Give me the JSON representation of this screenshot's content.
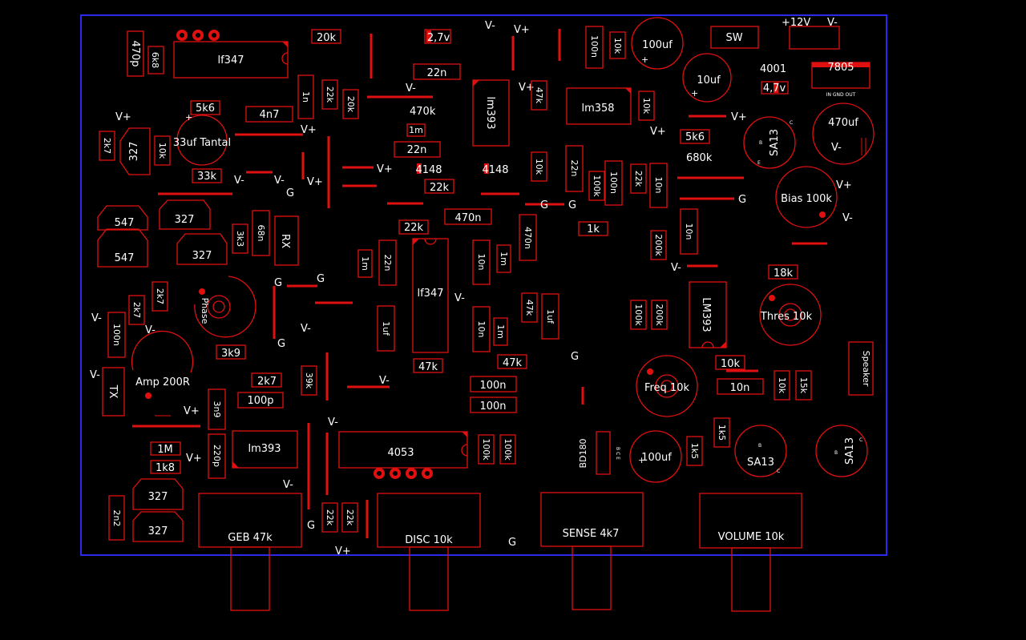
{
  "components": {
    "c470p": "470p",
    "r6k8": "6k8",
    "u_lf347_top": "lf347",
    "r20k_a": "20k",
    "z2v7": "2,7v",
    "lblVm1": "V-",
    "lblVp1": "V+",
    "c100n_a": "100n",
    "r10k_a": "10k",
    "c100uf_a": "100uf",
    "sw": "SW",
    "lbl12v": "+12V",
    "lblVm2": "V-",
    "u7805": "7805",
    "u7805_pins": "IN  GND  OUT",
    "d4001": "4001",
    "z4v7": "4,7v",
    "c10uf": "10uf",
    "c22n_a": "22n",
    "lblVm3": "V-",
    "c1n": "1n",
    "r22k_a": "22k",
    "r20k_b": "20k",
    "c470k": "470k",
    "u_lm393_a": "lm393",
    "lblVp2": "V+",
    "r47k_a": "47k",
    "u_lm358": "lm358",
    "r10k_b": "10k",
    "lblVp3": "V+",
    "lblVp4": "V+",
    "q_sa13_a": "SA13",
    "q_sa13_a_b": "B",
    "q_sa13_a_e": "E",
    "q_sa13_a_c": "C",
    "c470uf": "470uf",
    "lblVm4": "V-",
    "r5k6_a": "5k6",
    "c4n7": "4n7",
    "lblVp5": "V+",
    "c1m_a": "1m",
    "lblVp6": "V+",
    "r2k7_a": "2k7",
    "q327_a": "327",
    "r10k_c": "10k",
    "c33uf": "33uf Tantal",
    "c22n_b": "22n",
    "r5k6_b": "5k6",
    "r680k": "680k",
    "d4148_a": "4148",
    "d4148_b": "4148",
    "r33k": "33k",
    "lblVm5": "V-",
    "lblVm6": "V-",
    "lblG1": "G",
    "lblVp7": "V+",
    "lblVp8": "V+",
    "r22k_b": "22k",
    "r10k_d": "10k",
    "c22n_c": "22n",
    "r100k_a": "100k",
    "c100n_b": "100n",
    "r22k_c": "22k",
    "c10n_a": "10n",
    "lblG2": "G",
    "lblG3": "G",
    "lblG4": "G",
    "pot_bias": "Bias 100k",
    "lblVp9": "V+",
    "lblVm7": "V-",
    "q547_a": "547",
    "q327_b": "327",
    "r3k3": "3k3",
    "c68n": "68n",
    "rx": "RX",
    "r22k_d": "22k",
    "c470n_a": "470n",
    "c470n_b": "470n",
    "r1k_a": "1k",
    "r200k_a": "200k",
    "c10n_b": "10n",
    "q547_b": "547",
    "q327_c": "327",
    "c1m_b": "1m",
    "c22n_d": "22n",
    "u_lf347_mid": "lf347",
    "c10n_c": "10n",
    "c1m_c": "1m",
    "lblVm8": "V-",
    "r18k": "18k",
    "lblG5": "G",
    "lblG6": "G",
    "r2k7_b": "2k7",
    "pot_phase": "Phase",
    "r2k7_c": "2k7",
    "lblVm9": "V-",
    "c100n_c": "100n",
    "lblVm10": "V-",
    "lblVm11": "V-",
    "c1uf_a": "1uf",
    "lblVm12": "V-",
    "r47k_b": "47k",
    "c1uf_b": "1uf",
    "r100k_b": "100k",
    "r200k_b": "200k",
    "u_lm393_b": "LM393",
    "pot_thres": "Thres 10k",
    "c10n_d": "10n",
    "c1m_d": "1m",
    "lblG7": "G",
    "r3k9": "3k9",
    "r47k_c": "47k",
    "r47k_d": "47k",
    "speaker": "Speaker",
    "lblVm13": "V-",
    "tx": "TX",
    "pot_amp": "Amp 200R",
    "r2k7_d": "2k7",
    "r39k": "39k",
    "lblVm14": "V-",
    "c100n_d": "100n",
    "r10k_e": "10k",
    "pot_freq": "Freq 10k",
    "c10n_e": "10n",
    "r10k_f": "10k",
    "r15k": "15k",
    "c3n9": "3n9",
    "c100p": "100p",
    "c100n_e": "100n",
    "lblVp10": "V+",
    "lblVm15": "V-",
    "u_lm393_c": "lm393",
    "u_4053": "4053",
    "r100k_c": "100k",
    "r100k_d": "100k",
    "q_bd180": "BD180",
    "q_bd180_pins": "B  C  E",
    "c100uf_b": "100uf",
    "r1k5_a": "1k5",
    "r1k5_b": "1k5",
    "q_sa13_b": "SA13",
    "q_sa13_b_b": "B",
    "q_sa13_b_c": "C",
    "q_sa13_c": "SA13",
    "q_sa13_c_b": "B",
    "q_sa13_c_c": "C",
    "r1m": "1M",
    "c220p": "220p",
    "lblVp11": "V+",
    "r1k8": "1k8",
    "q327_d": "327",
    "lblVm16": "V-",
    "c2n2": "2n2",
    "q327_e": "327",
    "lblG8": "G",
    "r22k_e": "22k",
    "r22k_f": "22k",
    "lblVp12": "V+",
    "lblG9": "G",
    "pot_geb": "GEB 47k",
    "pot_disc": "DISC 10k",
    "pot_sense": "SENSE 4k7",
    "pot_volume": "VOLUME 10k"
  },
  "colors": {
    "background": "#000000",
    "board_outline": "#2a2ae8",
    "copper": "#e01010",
    "silkscreen": "#ffffff"
  }
}
